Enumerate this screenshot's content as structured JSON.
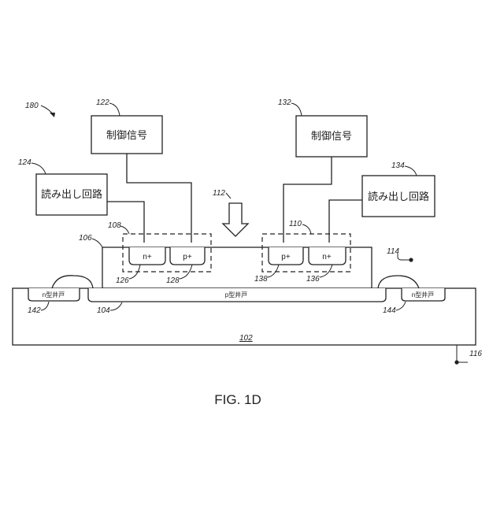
{
  "figure": {
    "caption": "FIG. 1D",
    "refs": {
      "r180": "180",
      "r122": "122",
      "r132": "132",
      "r124": "124",
      "r134": "134",
      "r112": "112",
      "r108": "108",
      "r110": "110",
      "r106": "106",
      "r114": "114",
      "r126": "126",
      "r128": "128",
      "r138": "138",
      "r136": "136",
      "r142": "142",
      "r104": "104",
      "r144": "144",
      "r102": "102",
      "r116": "116"
    },
    "boxes": {
      "control_left": "制御信号",
      "control_right": "制御信号",
      "readout_left": "読み出し回路",
      "readout_right": "読み出し回路"
    },
    "regions": {
      "n_plus_left": "n+",
      "p_plus_left": "p+",
      "p_plus_right": "p+",
      "n_plus_right": "n+",
      "p_well": "p型井戸",
      "n_well_left": "n型井戸",
      "n_well_right": "n型井戸"
    },
    "colors": {
      "ink": "#222222",
      "background": "#ffffff"
    }
  }
}
